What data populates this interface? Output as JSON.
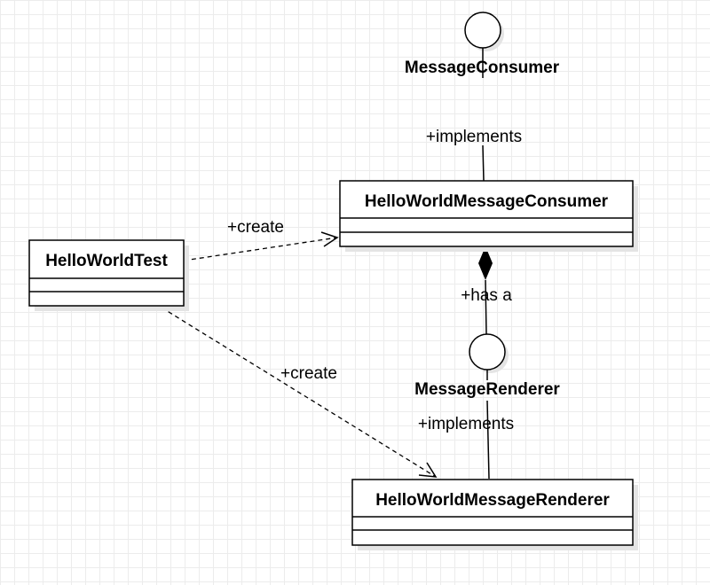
{
  "classes": {
    "hello_world_test": "HelloWorldTest",
    "hello_world_message_consumer": "HelloWorldMessageConsumer",
    "hello_world_message_renderer": "HelloWorldMessageRenderer"
  },
  "interfaces": {
    "message_consumer": "MessageConsumer",
    "message_renderer": "MessageRenderer"
  },
  "relations": {
    "create_consumer": "+create",
    "create_renderer": "+create",
    "implements_consumer": "+implements",
    "implements_renderer": "+implements",
    "has_a": "+has a"
  }
}
